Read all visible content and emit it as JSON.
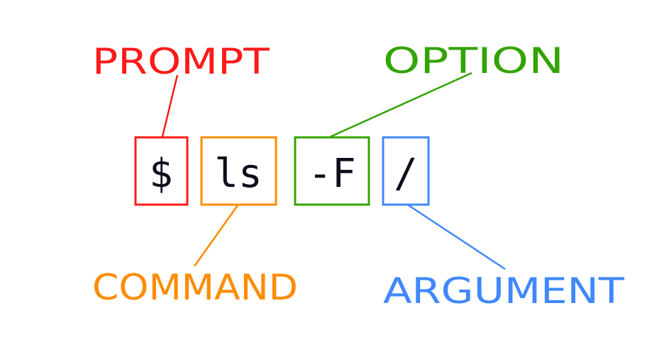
{
  "title": "Anatomy of a shell command",
  "colors": {
    "prompt": "#ff1a1a",
    "command": "#ff8c00",
    "option": "#33a300",
    "argument": "#3f88ff"
  },
  "parts": [
    {
      "key": "prompt",
      "label": "PROMPT",
      "token": "$"
    },
    {
      "key": "command",
      "label": "COMMAND",
      "token": "ls"
    },
    {
      "key": "option",
      "label": "OPTION",
      "token": "-F"
    },
    {
      "key": "argument",
      "label": "ARGUMENT",
      "token": "/"
    }
  ]
}
